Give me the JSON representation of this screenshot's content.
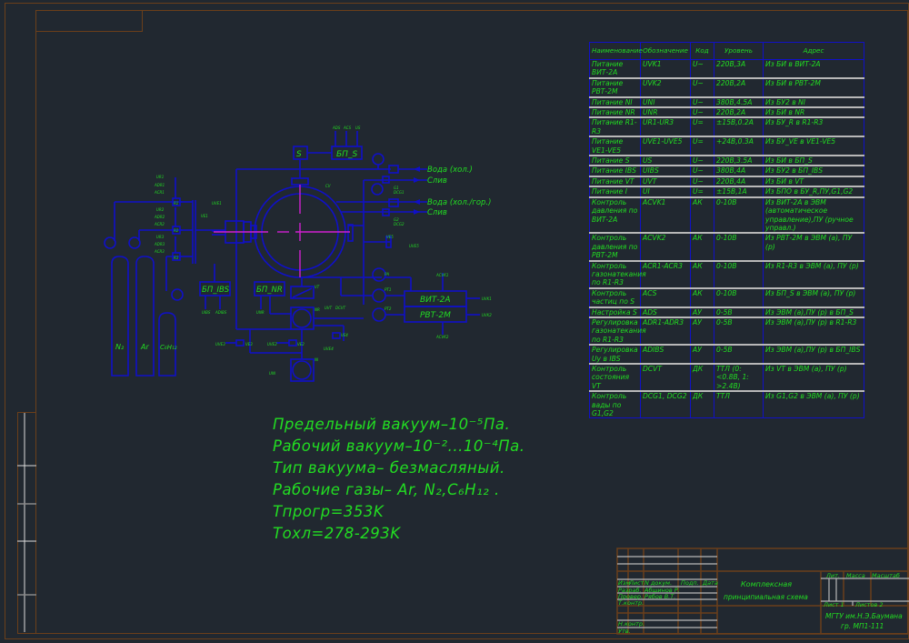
{
  "drawing": {
    "table": {
      "headers": [
        "Наименование",
        "Обозначение",
        "Код",
        "Уровень",
        "Адрес"
      ],
      "rows": [
        [
          "Питание ВИТ-2А",
          "UVK1",
          "U~",
          "220В,3А",
          "Из БИ в ВИТ-2А"
        ],
        [
          "Питание РВТ-2М",
          "UVK2",
          "U~",
          "220В,2А",
          "Из БИ в РВТ-2М"
        ],
        [
          "Питание NI",
          "UNI",
          "U~",
          "380В,4.5А",
          "Из БУ2 в NI"
        ],
        [
          "Питание NR",
          "UNR",
          "U~",
          "220В,2А",
          "Из БИ в NR"
        ],
        [
          "Питание R1-R3",
          "UR1-UR3",
          "U=",
          "±15В,0.2А",
          "Из БУ_R в R1-R3"
        ],
        [
          "Питание VE1-VE5",
          "UVE1-UVE5",
          "U=",
          "+24В,0.3А",
          "Из БУ_VE в VE1-VE5"
        ],
        [
          "Питание S",
          "US",
          "U~",
          "220В,3.5А",
          "Из БИ в БП_S"
        ],
        [
          "Питание IBS",
          "UIBS",
          "U~",
          "380В,4А",
          "Из БУ2 в БП_IBS"
        ],
        [
          "Питание VT",
          "UVT",
          "U~",
          "220В,4А",
          "Из БИ в VT"
        ],
        [
          "Питание I",
          "UI",
          "U=",
          "±15В,1А",
          "Из БПО в БУ_R,ПУ,G1,G2"
        ],
        [
          "Контроль давления по ВИТ-2А",
          "ACVK1",
          "АК",
          "0-10В",
          "Из ВИТ-2А в ЭВМ (автоматическое управление),ПУ (ручное управл.)"
        ],
        [
          "Контроль давления по РВТ-2М",
          "ACVK2",
          "АК",
          "0-10В",
          "Из РВТ-2М в ЭВМ (а), ПУ (р)"
        ],
        [
          "Контроль газонатекания по R1-R3",
          "ACR1-ACR3",
          "АК",
          "0-10В",
          "Из R1-R3 в ЭВМ (а), ПУ (р)"
        ],
        [
          "Контроль частиц по S",
          "ACS",
          "АК",
          "0-10В",
          "Из БП_S в ЭВМ (а), ПУ (р)"
        ],
        [
          "Настройка S",
          "ADS",
          "АУ",
          "0-5В",
          "Из ЭВМ (а),ПУ (р) в БП_S"
        ],
        [
          "Регулировка газонатекания по R1-R3",
          "ADR1-ADR3",
          "АУ",
          "0-5В",
          "Из ЭВМ (а),ПУ (р) в R1-R3"
        ],
        [
          "Регулировка Uу в IBS",
          "ADIBS",
          "АУ",
          "0-5В",
          "Из ЭВМ (а),ПУ (р) в БП_IBS"
        ],
        [
          "Контроль состояния VT",
          "DCVT",
          "ДК",
          "ТТЛ (0: <0.8В, 1: >2.4В)",
          "Из VT в ЭВМ (а), ПУ (р)"
        ],
        [
          "Контроль вады по G1,G2",
          "DCG1, DCG2",
          "ДК",
          "ТТЛ",
          "Из G1,G2 в ЭВМ (а), ПУ (р)"
        ]
      ]
    },
    "notes": [
      "Предельный вакуум–10⁻⁵Па.",
      "Рабочий вакуум–10⁻²...10⁻⁴Па.",
      "Тип вакуума– безмасляный.",
      "Рабочие газы– Ar, N₂,C₆H₁₂ .",
      "Tпрогр=353K",
      "Tохл=278-293K"
    ],
    "schematic": {
      "blocks": {
        "s": "S",
        "bp_s": "БП_S",
        "bp_ibs": "БП_IBS",
        "bp_nr": "БП_NR",
        "vit": "ВИТ-2А",
        "rvt": "РВТ-2М"
      },
      "water": {
        "in1": "Вода (хол.)",
        "out1": "Слив",
        "in2": "Вода (хол./гор.)",
        "out2": "Слив"
      },
      "cylinders": [
        "N₂",
        "Ar",
        "C₆H₁₂"
      ],
      "small_labels": {
        "ads": "ADS",
        "acs": "ACS",
        "us": "US",
        "ur1": "UR1",
        "adr1": "ADR1",
        "acr1": "ACR1",
        "r1": "R1",
        "ur2": "UR2",
        "adr2": "ADR2",
        "acr2": "ACR2",
        "r2": "R2",
        "ur3": "UR3",
        "adr3": "ADR3",
        "acr3": "ACR3",
        "r3": "R3",
        "ve1": "VE1",
        "uve1": "UVE1",
        "uibs": "UIBS",
        "adibs": "ADIBS",
        "unr": "UNR",
        "vt": "VT",
        "uvt": "UVT",
        "dcvt": "DCVT",
        "nr": "NR",
        "ni": "NI",
        "uni": "UNI",
        "ve3": "VE3",
        "uve3": "UVE3",
        "ve2": "VE2",
        "uve2": "UVE2",
        "ve4": "VE4",
        "uve4": "UVE4",
        "ve5": "VE5",
        "uve5": "UVE5",
        "pa": "PA",
        "pt1": "PT1",
        "pt2": "PT2",
        "acvk1": "ACVK1",
        "acvk2": "ACVK2",
        "uvk1": "UVK1",
        "uvk2": "UVK2",
        "cv": "CV",
        "g1": "G1",
        "dcg1": "DCG1",
        "g2": "G2",
        "dcg2": "DCG2"
      }
    },
    "title_block": {
      "headers": [
        "Изм",
        "Лист",
        "N докум.",
        "Подп.",
        "Дата"
      ],
      "roles": [
        "Разраб.",
        "Провер.",
        "Т.контр.",
        "Н.контр.",
        "Утв."
      ],
      "names": [
        "Абшинов Р.",
        "Рябов В.Т."
      ],
      "title_line1": "Комплексная",
      "title_line2": "принципиальная схема",
      "lit": "Лит.",
      "mass": "Масса",
      "scale": "Масштаб",
      "sheet": "Лист 1",
      "sheets": "Листов 2",
      "org_line1": "МГТУ им.Н.Э.Баумана",
      "org_line2": "гр. МП1-111"
    }
  }
}
